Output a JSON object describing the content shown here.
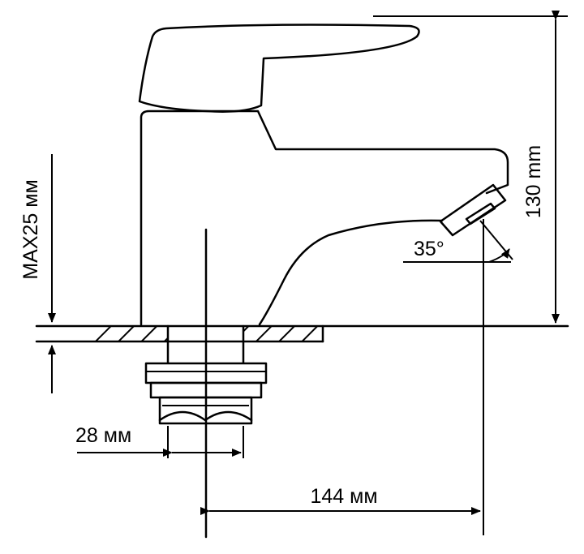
{
  "dimensions": {
    "height_label": "130 mm",
    "max_thickness_label": "MAX25 мм",
    "angle_label": "35°",
    "connector_width_label": "28 мм",
    "reach_label": "144 мм"
  }
}
